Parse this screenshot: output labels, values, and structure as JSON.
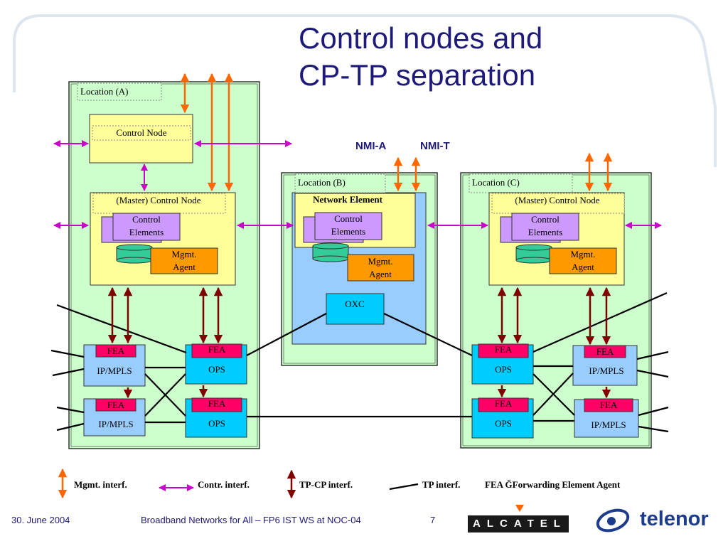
{
  "slide": {
    "title_line1": "Control nodes and",
    "title_line2": "CP-TP separation",
    "nmi_a": "NMI-A",
    "nmi_t": "NMI-T"
  },
  "locations": {
    "a": {
      "label": "Location (A)",
      "control_node": "Control Node",
      "master_node": "(Master) Control Node",
      "control_elements_1": "Control",
      "control_elements_2": "Elements",
      "mgmt_agent_1": "Mgmt.",
      "mgmt_agent_2": "Agent",
      "fea_1": "FEA",
      "ipmpls_1": "IP/MPLS",
      "fea_ops_1": "FEA",
      "ops_1": "OPS",
      "fea_2": "FEA",
      "ipmpls_2": "IP/MPLS",
      "fea_ops_2": "FEA",
      "ops_2": "OPS"
    },
    "b": {
      "label": "Location (B)",
      "network_element": "Network Element",
      "control_elements_1": "Control",
      "control_elements_2": "Elements",
      "mgmt_agent_1": "Mgmt.",
      "mgmt_agent_2": "Agent",
      "oxc": "OXC"
    },
    "c": {
      "label": "Location (C)",
      "master_node": "(Master) Control Node",
      "control_elements_1": "Control",
      "control_elements_2": "Elements",
      "mgmt_agent_1": "Mgmt.",
      "mgmt_agent_2": "Agent",
      "fea_ops_1": "FEA",
      "ops_1": "OPS",
      "fea_1": "FEA",
      "ipmpls_1": "IP/MPLS",
      "fea_ops_2": "FEA",
      "ops_2": "OPS",
      "fea_2": "FEA",
      "ipmpls_2": "IP/MPLS"
    }
  },
  "legend": {
    "mgmt": "Mgmt. interf.",
    "contr": "Contr. interf.",
    "tpcp": "TP-CP interf.",
    "tp": "TP interf.",
    "fea": "FEA  ĞForwarding Element Agent"
  },
  "footer": {
    "date": "30. June 2004",
    "event": "Broadband Networks for All – FP6 IST WS at NOC-04",
    "page": "7",
    "logo_alcatel": "ALCATEL",
    "logo_telenor": "telenor"
  },
  "colors": {
    "location_bg": "#ccffcc",
    "node_bg": "#ffff99",
    "ne_bg": "#99ccff",
    "control_elements": "#cc99ff",
    "mgmt_agent": "#ff9900",
    "fea": "#ff0066",
    "ops": "#00ccff",
    "ipmpls": "#99ccff",
    "mgmt_arrow": "#ff6600",
    "contr_arrow": "#cc00cc",
    "tpcp_arrow": "#800000",
    "title": "#1e1a7a"
  }
}
